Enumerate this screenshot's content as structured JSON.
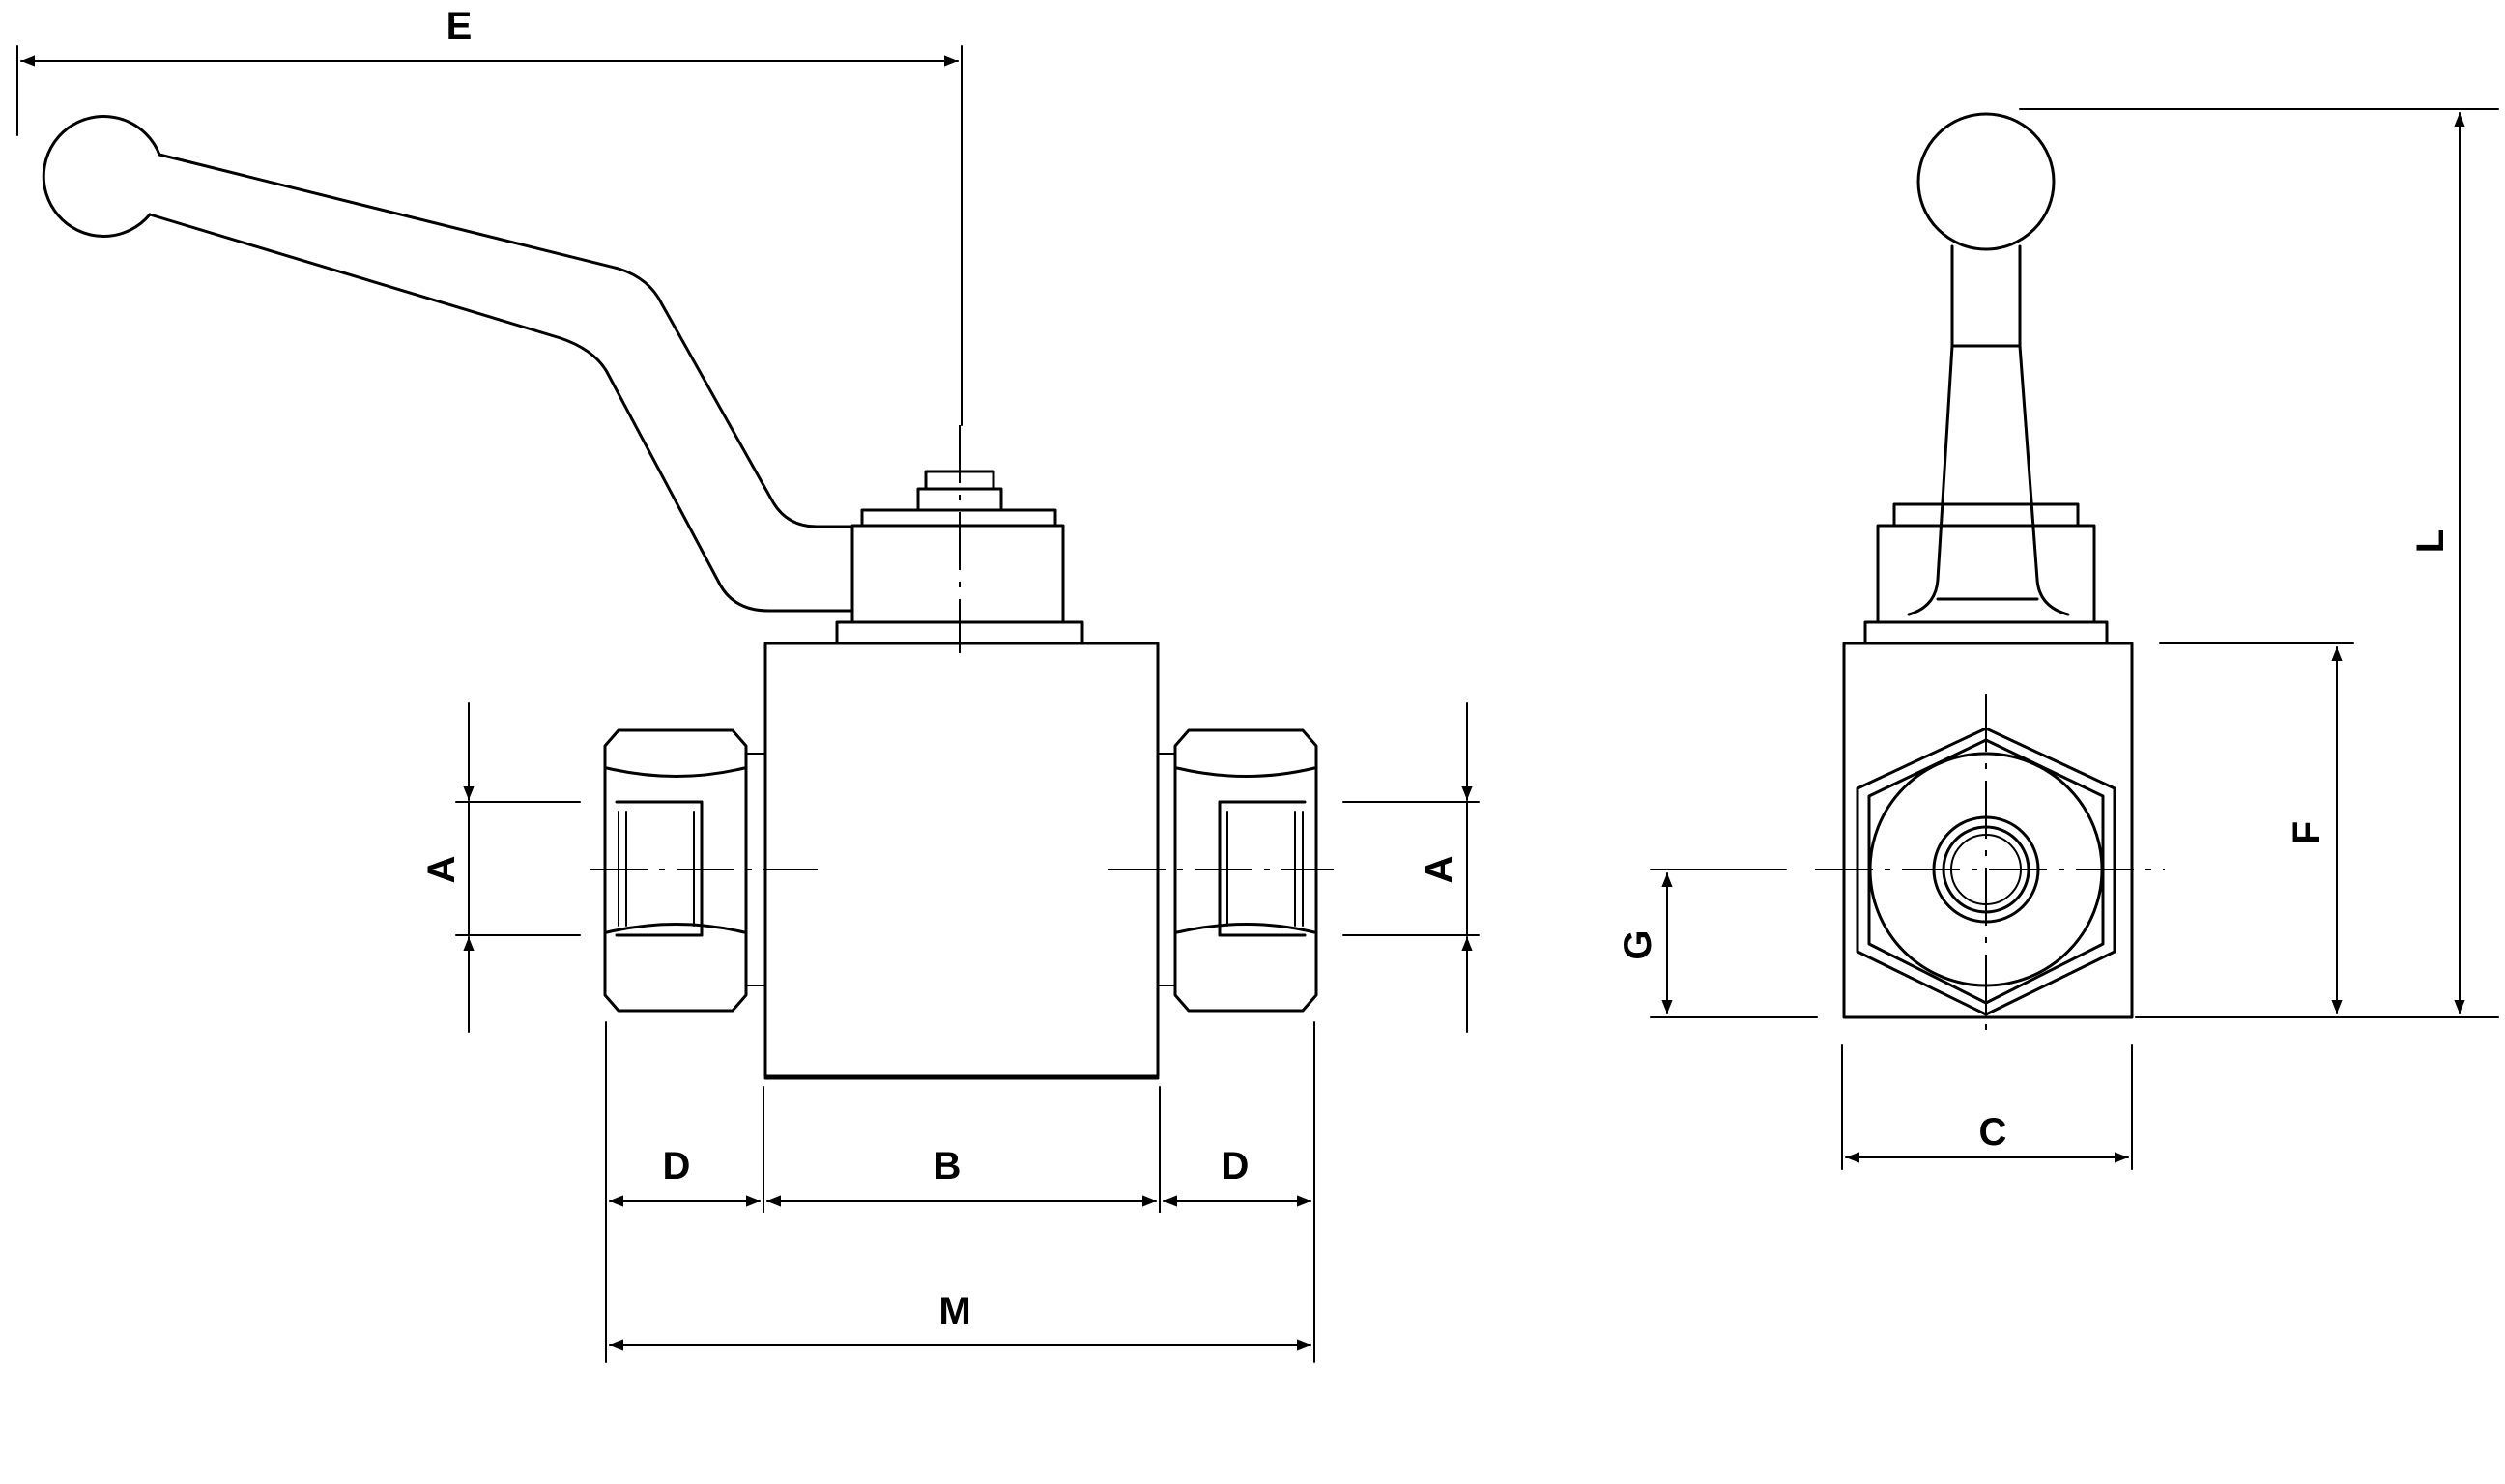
{
  "dimensions": {
    "E": "E",
    "L": "L",
    "A_left": "A",
    "A_right": "A",
    "F": "F",
    "G": "G",
    "C": "C",
    "D_left": "D",
    "B": "B",
    "D_right": "D",
    "M": "M"
  },
  "colors": {
    "line": "#000000",
    "background": "#ffffff"
  }
}
